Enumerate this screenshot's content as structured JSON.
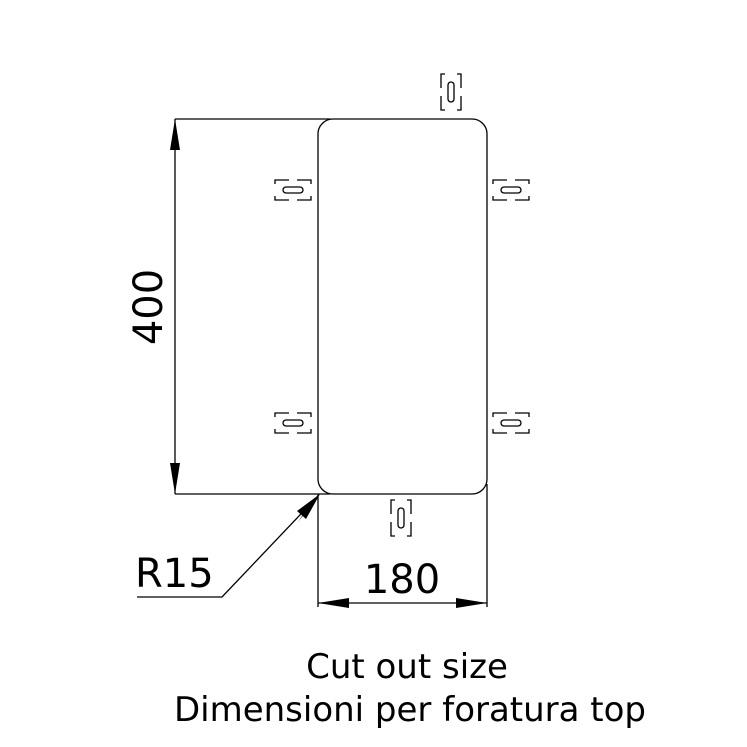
{
  "dimensions": {
    "height_label": "400",
    "width_label": "180",
    "radius_label": "R15"
  },
  "caption": {
    "line1": "Cut out size",
    "line2": "Dimensioni per foratura top"
  },
  "colors": {
    "line": "#000000",
    "background": "#ffffff"
  }
}
